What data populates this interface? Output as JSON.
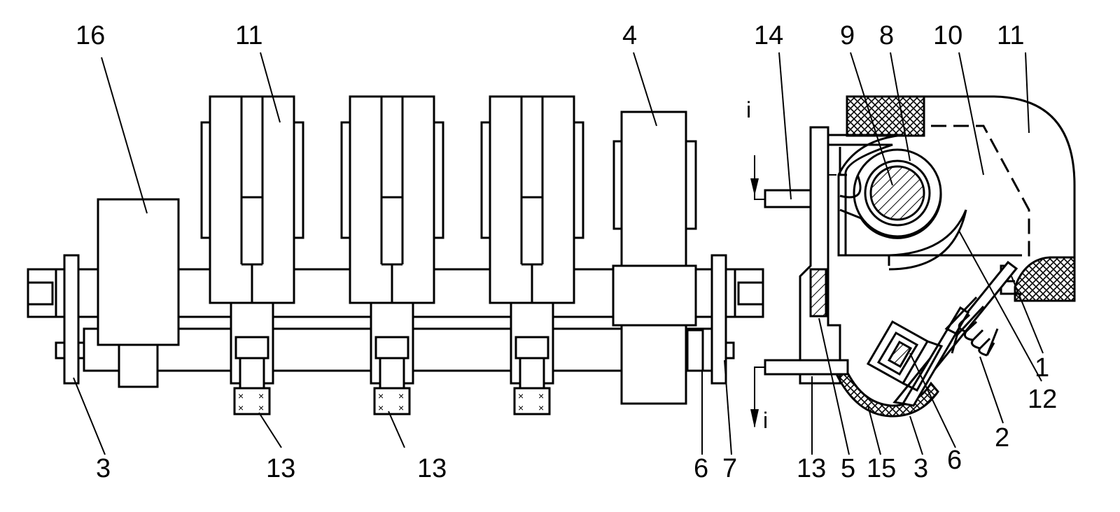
{
  "labels": {
    "l16": "16",
    "l11a": "11",
    "l4": "4",
    "l14": "14",
    "l9": "9",
    "l8": "8",
    "l10": "10",
    "l11b": "11",
    "l3a": "3",
    "l13a": "13",
    "l13b": "13",
    "l6a": "6",
    "l7": "7",
    "l13c": "13",
    "l5": "5",
    "l15": "15",
    "l3b": "3",
    "l6b": "6",
    "l2": "2",
    "l12": "12",
    "l1": "1",
    "i_top": "i",
    "i_bottom": "i"
  },
  "colors": {
    "line": "#000000",
    "background": "#ffffff"
  }
}
